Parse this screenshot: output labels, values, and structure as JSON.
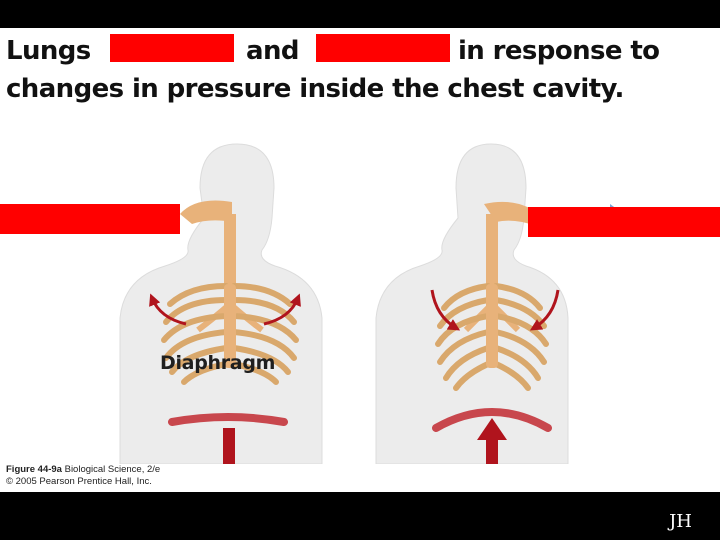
{
  "title": {
    "word1": "Lungs",
    "word2": "and",
    "word3": "in response to",
    "line2": "changes in pressure inside the chest cavity."
  },
  "figure": {
    "diaphragm_label": "Diaphragm",
    "caption_fig": "Figure 44-9a",
    "caption_book": "Biological Science, 2/e",
    "caption_copyright": "© 2005 Pearson Prentice Hall, Inc."
  },
  "footer": {
    "initials": "JH"
  },
  "colors": {
    "redaction": "#ff0000",
    "air_arrow": "#7ea6d8",
    "movement_arrow": "#b0141d",
    "body": "#ececec",
    "airway": "#e8b27a"
  }
}
